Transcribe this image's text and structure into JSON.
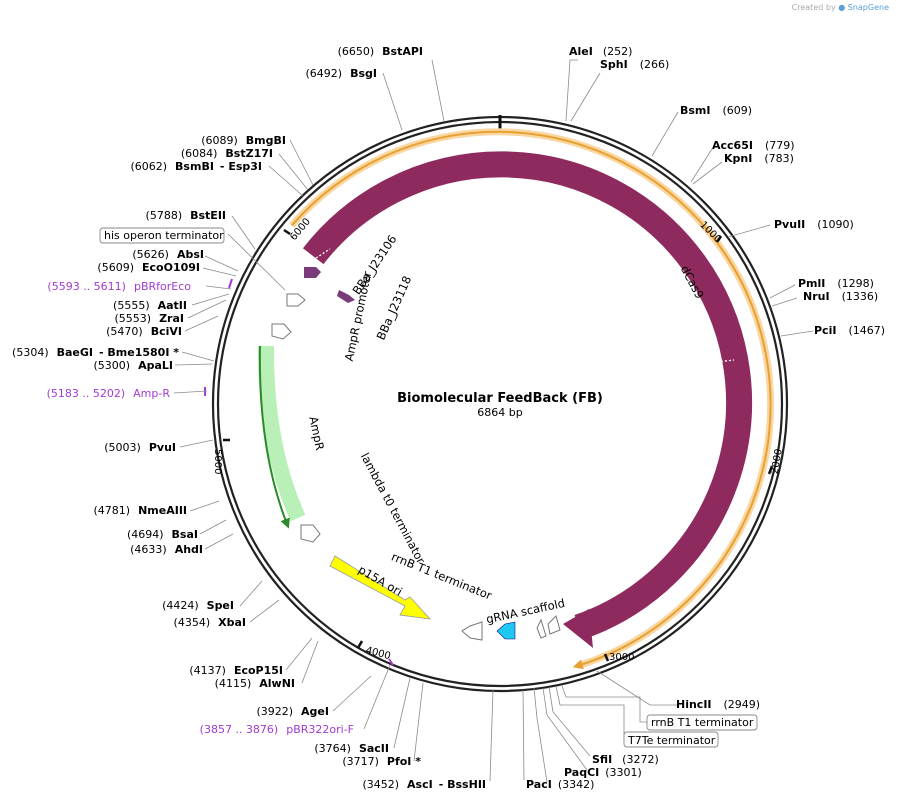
{
  "credit": {
    "prefix": "Created by",
    "brand": "SnapGene",
    "logo_icon": "snapgene-logo-icon"
  },
  "plasmid": {
    "name": "Biomolecular FeedBack (FB)",
    "size_label": "6864 bp",
    "length": 6864
  },
  "tick_labels": [
    {
      "pos": 1000,
      "text": "1000"
    },
    {
      "pos": 2000,
      "text": "2000"
    },
    {
      "pos": 3000,
      "text": "3000"
    },
    {
      "pos": 4000,
      "text": "4000"
    },
    {
      "pos": 5000,
      "text": "5000"
    },
    {
      "pos": 6000,
      "text": "6000"
    }
  ],
  "sites_right": [
    {
      "name": "AleI",
      "pos_text": "(252)",
      "pos": 252
    },
    {
      "name": "SphI",
      "pos_text": "(266)",
      "pos": 266
    },
    {
      "name": "BsmI",
      "pos_text": "(609)",
      "pos": 609
    },
    {
      "name": "Acc65I",
      "pos_text": "(779)",
      "pos": 779
    },
    {
      "name": "KpnI",
      "pos_text": "(783)",
      "pos": 783
    },
    {
      "name": "PvuII",
      "pos_text": "(1090)",
      "pos": 1090
    },
    {
      "name": "PmlI",
      "pos_text": "(1298)",
      "pos": 1298
    },
    {
      "name": "NruI",
      "pos_text": "(1336)",
      "pos": 1336
    },
    {
      "name": "PciI",
      "pos_text": "(1467)",
      "pos": 1467
    },
    {
      "name": "HincII",
      "pos_text": "(2949)",
      "pos": 2949
    },
    {
      "name": "SfiI",
      "pos_text": "(3272)",
      "pos": 3272
    },
    {
      "name": "PaqCI",
      "pos_text": "(3301)",
      "pos": 3301
    },
    {
      "name": "PacI",
      "pos_text": "(3342)",
      "pos": 3342
    }
  ],
  "sites_left": [
    {
      "name": "BstAPI",
      "pos_text": "(6650)",
      "pos": 6650
    },
    {
      "name": "BsgI",
      "pos_text": "(6492)",
      "pos": 6492
    },
    {
      "name": "BmgBI",
      "pos_text": "(6089)",
      "pos": 6089
    },
    {
      "name": "BstZ17I",
      "pos_text": "(6084)",
      "pos": 6084
    },
    {
      "name": "BsmBI",
      "name2": "- Esp3I",
      "pos_text": "(6062)",
      "pos": 6062
    },
    {
      "name": "BstEII",
      "pos_text": "(5788)",
      "pos": 5788
    },
    {
      "name": "AbsI",
      "pos_text": "(5626)",
      "pos": 5626
    },
    {
      "name": "EcoO109I",
      "pos_text": "(5609)",
      "pos": 5609
    },
    {
      "name": "AatII",
      "pos_text": "(5555)",
      "pos": 5555
    },
    {
      "name": "ZraI",
      "pos_text": "(5553)",
      "pos": 5553
    },
    {
      "name": "BciVI",
      "pos_text": "(5470)",
      "pos": 5470
    },
    {
      "name": "BaeGI",
      "name2": "- Bme1580I *",
      "pos_text": "(5304)",
      "pos": 5304
    },
    {
      "name": "ApaLI",
      "pos_text": "(5300)",
      "pos": 5300
    },
    {
      "name": "PvuI",
      "pos_text": "(5003)",
      "pos": 5003
    },
    {
      "name": "NmeAIII",
      "pos_text": "(4781)",
      "pos": 4781
    },
    {
      "name": "BsaI",
      "pos_text": "(4694)",
      "pos": 4694
    },
    {
      "name": "AhdI",
      "pos_text": "(4633)",
      "pos": 4633
    },
    {
      "name": "SpeI",
      "pos_text": "(4424)",
      "pos": 4424
    },
    {
      "name": "XbaI",
      "pos_text": "(4354)",
      "pos": 4354
    },
    {
      "name": "EcoP15I",
      "pos_text": "(4137)",
      "pos": 4137
    },
    {
      "name": "AlwNI",
      "pos_text": "(4115)",
      "pos": 4115
    },
    {
      "name": "AgeI",
      "pos_text": "(3922)",
      "pos": 3922
    },
    {
      "name": "SacII",
      "pos_text": "(3764)",
      "pos": 3764
    },
    {
      "name": "PfoI *",
      "pos_text": "(3717)",
      "pos": 3717
    },
    {
      "name": "AscI",
      "name2": "- BssHII",
      "pos_text": "(3452)",
      "pos": 3452
    }
  ],
  "primers": [
    {
      "range": "(5593 .. 5611)",
      "name": "pBRforEco"
    },
    {
      "range": "(5183 .. 5202)",
      "name": "Amp-R"
    },
    {
      "range": "(3857 .. 3876)",
      "name": "pBR322ori-F"
    }
  ],
  "boxed_labels": [
    {
      "text": "his operon terminator"
    },
    {
      "text": "rrnB T1 terminator"
    },
    {
      "text": "T7Te terminator"
    }
  ],
  "features": {
    "dcas9": "dCas9",
    "bba_j23106": "BBa_J23106",
    "bba_j23118": "BBa_J23118",
    "ampr_promoter": "AmpR promoter",
    "ampr": "AmpR",
    "lambda_t0": "lambda t0 terminator",
    "p15a_ori": "p15A ori",
    "rrnb_t1": "rrnB T1 terminator",
    "grna_scaffold": "gRNA scaffold"
  },
  "colors": {
    "dcas9": "#8e2a5e",
    "promoter": "#7a3b7a",
    "ampr": "#ccffcc",
    "ampr_outline": "#2c8a2c",
    "ori": "#ffff00",
    "grna": "#1ec8f0",
    "orange_arc": "#f2b050",
    "backbone": "#222222"
  }
}
